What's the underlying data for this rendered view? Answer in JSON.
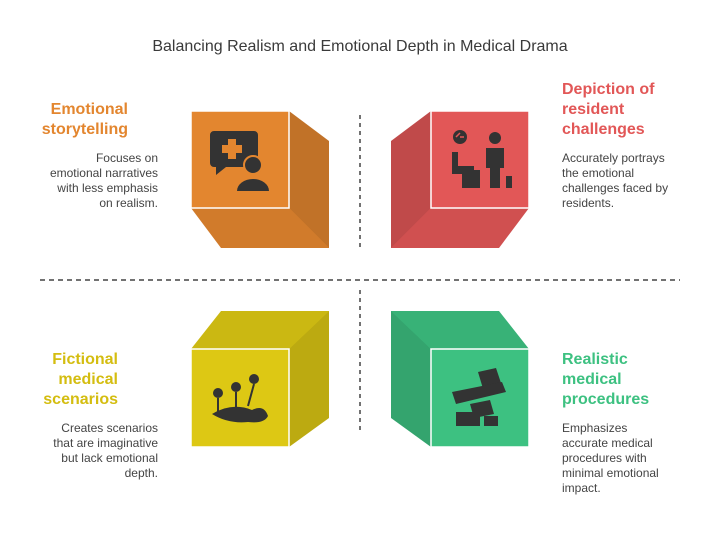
{
  "title": "Balancing Realism and Emotional Depth in Medical Drama",
  "quadrants": [
    {
      "heading_lines": [
        "Emotional",
        "storytelling"
      ],
      "desc_lines": [
        "Focuses on",
        "emotional narratives",
        "with less emphasis",
        "on realism."
      ],
      "color": "#e3862f",
      "icon": "medical-chat-icon"
    },
    {
      "heading_lines": [
        "Depiction of",
        "resident",
        "challenges"
      ],
      "desc_lines": [
        "Accurately portrays",
        "the emotional",
        "challenges faced by",
        "residents."
      ],
      "color": "#e25757",
      "icon": "patient-doctor-icon"
    },
    {
      "heading_lines": [
        "Fictional",
        "medical",
        "scenarios"
      ],
      "desc_lines": [
        "Creates scenarios",
        "that are imaginative",
        "but lack emotional",
        "depth."
      ],
      "color": "#ddc814",
      "icon": "acupuncture-icon"
    },
    {
      "heading_lines": [
        "Realistic",
        "medical",
        "procedures"
      ],
      "desc_lines": [
        "Emphasizes",
        "accurate medical",
        "procedures with",
        "minimal emotional",
        "impact."
      ],
      "color": "#3dc181",
      "icon": "surgery-table-icon"
    }
  ]
}
